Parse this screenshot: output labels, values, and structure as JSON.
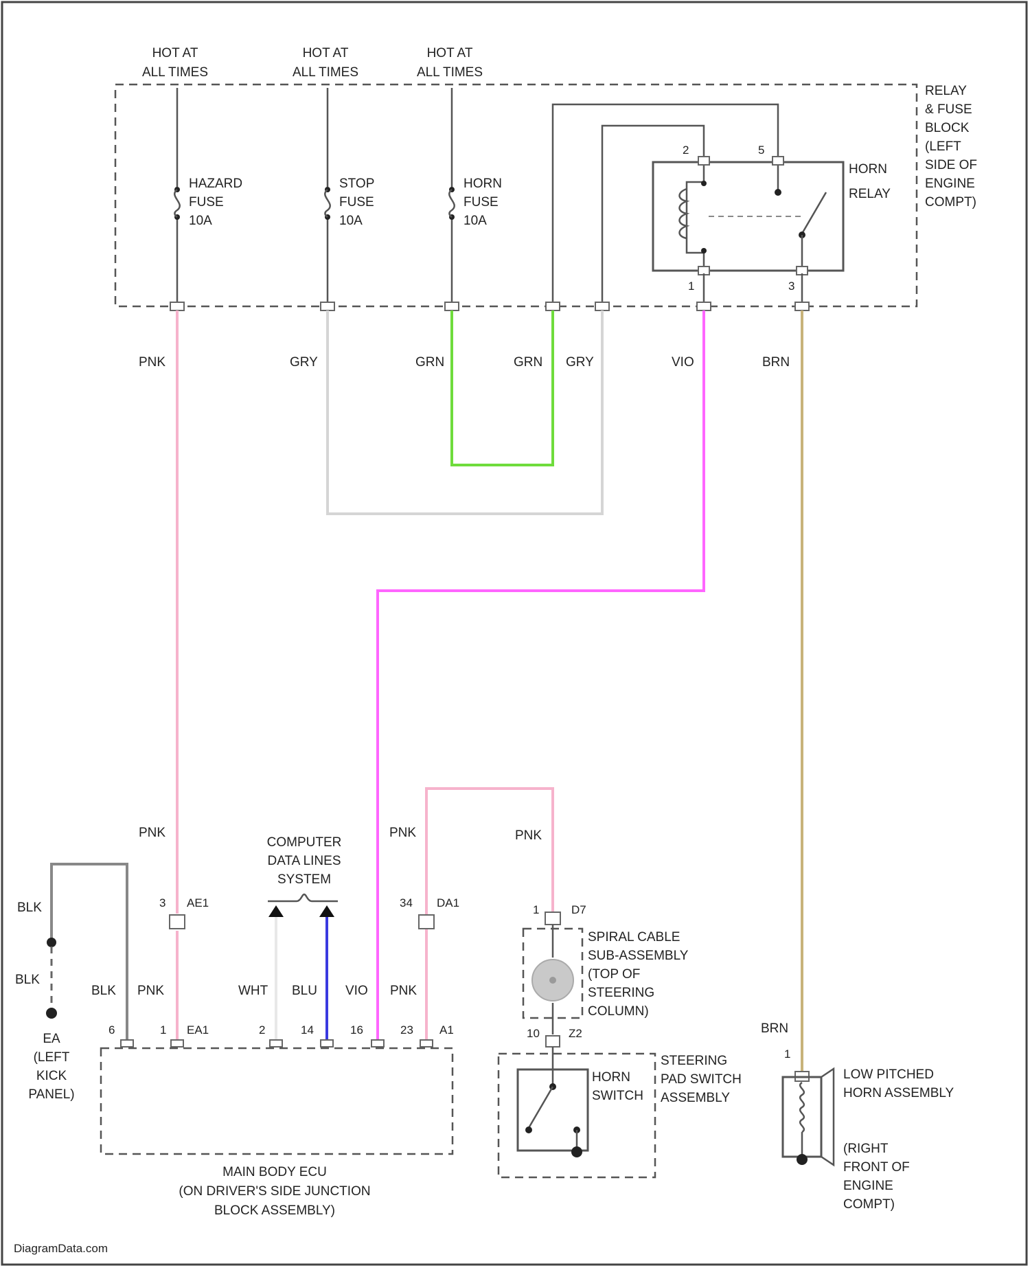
{
  "colors": {
    "PNK": "#f6b3cc",
    "VIO": "#ff66ff",
    "GRN": "#6fdc3c",
    "GRY": "#d5d5d5",
    "BRN": "#c8b37a",
    "BLU": "#3a3ae0",
    "WHT": "#e8e8e8",
    "BLK": "#888888"
  },
  "hot": {
    "h1": [
      "HOT AT",
      "ALL TIMES"
    ],
    "h2": [
      "HOT AT",
      "ALL TIMES"
    ],
    "h3": [
      "HOT AT",
      "ALL TIMES"
    ]
  },
  "relay_block": {
    "label": [
      "RELAY",
      "& FUSE",
      "BLOCK",
      "(LEFT",
      "SIDE OF",
      "ENGINE",
      "COMPT)"
    ]
  },
  "fuses": {
    "hazard": [
      "HAZARD",
      "FUSE",
      "10A"
    ],
    "stop": [
      "STOP",
      "FUSE",
      "10A"
    ],
    "horn": [
      "HORN",
      "FUSE",
      "10A"
    ]
  },
  "horn_relay": {
    "label": [
      "HORN",
      "RELAY"
    ],
    "pins": {
      "p2": "2",
      "p5": "5",
      "p1": "1",
      "p3": "3"
    }
  },
  "wires_top": {
    "w1": "PNK",
    "w2": "GRY",
    "w3": "GRN",
    "w4": "GRN",
    "w5": "GRY",
    "w6": "VIO",
    "w7": "BRN"
  },
  "wires_bottom": {
    "pnk_left": "PNK",
    "pnk_mid": "PNK",
    "pnk_right": "PNK",
    "blk1": "BLK",
    "blk2": "BLK",
    "blk3": "BLK",
    "pnk_ecu": "PNK",
    "wht": "WHT",
    "blu": "BLU",
    "vio": "VIO",
    "pnk_a1": "PNK",
    "brn": "BRN"
  },
  "computer_data": [
    "COMPUTER",
    "DATA LINES",
    "SYSTEM"
  ],
  "connectors": {
    "ae1_pin": "3",
    "ae1": "AE1",
    "da1_pin": "34",
    "da1": "DA1",
    "d7_pin": "1",
    "d7": "D7",
    "ecu_pin6": "6",
    "ecu_pin1": "1",
    "ea1": "EA1",
    "ecu_pin2": "2",
    "ecu_pin14": "14",
    "ecu_pin16": "16",
    "ecu_pin23": "23",
    "a1": "A1",
    "z_pin": "10",
    "z2": "Z2",
    "horn_pin": "1"
  },
  "ground": {
    "label": [
      "EA",
      "(LEFT",
      "KICK",
      "PANEL)"
    ]
  },
  "spiral": {
    "label": [
      "SPIRAL CABLE",
      "SUB-ASSEMBLY",
      "(TOP OF",
      "STEERING",
      "COLUMN)"
    ]
  },
  "steering_pad": {
    "label": [
      "STEERING",
      "PAD SWITCH",
      "ASSEMBLY"
    ]
  },
  "horn_switch": {
    "label": [
      "HORN",
      "SWITCH"
    ]
  },
  "horn_assembly": {
    "label": [
      "LOW PITCHED",
      "HORN ASSEMBLY"
    ],
    "location": [
      "(RIGHT",
      "FRONT OF",
      "ENGINE",
      "COMPT)"
    ]
  },
  "ecu": {
    "label": [
      "MAIN BODY ECU",
      "(ON DRIVER'S SIDE JUNCTION",
      "BLOCK ASSEMBLY)"
    ]
  },
  "watermark": "DiagramData.com"
}
